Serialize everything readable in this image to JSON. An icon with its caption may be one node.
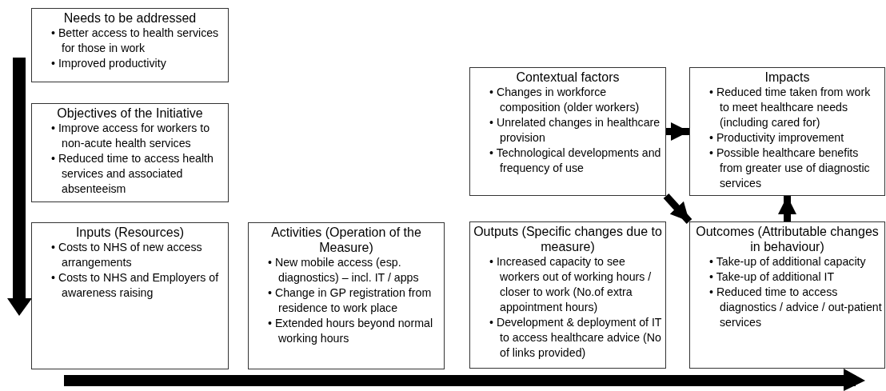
{
  "diagram": {
    "nodes": [
      {
        "text": [
          "Needs to be addressed",
          "• Better access to health services for those in work",
          "• Improved productivity"
        ]
      },
      {
        "text": [
          "Objectives of the Initiative",
          "• Improve access for workers to non-acute health services",
          "• Reduced time to access health services and associated absenteeism"
        ]
      },
      {
        "text": [
          "Inputs (Resources)",
          "• Costs to NHS of new access arrangements",
          "• Costs to NHS and Employers of awareness raising"
        ]
      },
      {
        "text": [
          "Activities (Operation of the Measure)",
          "• New mobile access (esp. diagnostics) – incl. IT / apps",
          "• Change in GP registration from residence to work place",
          "• Extended hours beyond normal working hours"
        ]
      },
      {
        "text": [
          "Contextual factors",
          "• Changes in workforce composition (older workers)",
          "• Unrelated changes in healthcare provision",
          "• Technological developments and frequency of use"
        ]
      },
      {
        "text": [
          "Impacts",
          "• Reduced time taken from work to meet healthcare needs (including cared for)",
          "• Productivity improvement",
          "• Possible healthcare benefits from greater use of diagnostic services"
        ]
      },
      {
        "text": [
          "Outputs (Specific changes due to measure)",
          "• Increased capacity to see workers out of working hours / closer to work (No.of extra appointment hours)",
          "• Development & deployment of IT to access healthcare advice (No of links provided)"
        ]
      },
      {
        "text": [
          "Outcomes (Attributable changes in behaviour)",
          "• Take-up of additional capacity",
          "• Take-up of additional IT",
          "• Reduced time to access diagnostics / advice / out-patient services"
        ]
      }
    ],
    "edges": [
      {
        "from": 4,
        "to": 5,
        "arrow": "to"
      },
      {
        "from": 4,
        "to": 7,
        "arrow": "to"
      },
      {
        "from": 7,
        "to": 5,
        "arrow": "to"
      }
    ]
  }
}
